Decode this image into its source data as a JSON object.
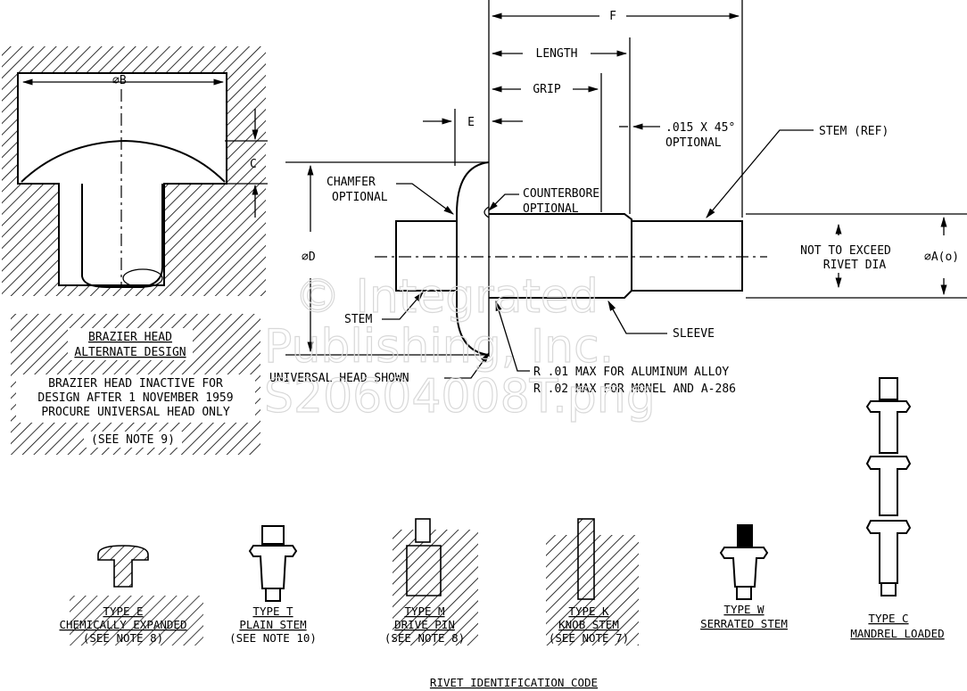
{
  "dimensions": {
    "f": "F",
    "length": "LENGTH",
    "grip": "GRIP",
    "e": "E",
    "chamfer_spec_line1": ".015 X 45°",
    "chamfer_spec_line2": "OPTIONAL",
    "dia_b": "⌀B",
    "c": "C",
    "dia_d": "⌀D",
    "dia_a": "⌀A(o)"
  },
  "callouts": {
    "stem_ref": "STEM (REF)",
    "chamfer_line1": "CHAMFER",
    "chamfer_line2": "OPTIONAL",
    "counterbore_line1": "COUNTERBORE",
    "counterbore_line2": "OPTIONAL",
    "not_exceed_line1": "NOT TO EXCEED",
    "not_exceed_line2": "RIVET DIA",
    "stem": "STEM",
    "sleeve": "SLEEVE",
    "universal_head": "UNIVERSAL HEAD SHOWN",
    "radius_line1": "R .01 MAX FOR ALUMINUM ALLOY",
    "radius_line2": "R .02 MAX FOR MONEL AND A-286"
  },
  "brazier_note": {
    "title_line1": "BRAZIER HEAD",
    "title_line2": "ALTERNATE DESIGN",
    "body_line1": "BRAZIER HEAD INACTIVE FOR",
    "body_line2": "DESIGN AFTER 1 NOVEMBER 1959",
    "body_line3": "PROCURE UNIVERSAL HEAD ONLY",
    "see_note": "(SEE NOTE 9)"
  },
  "types": [
    {
      "line1": "TYPE E",
      "line2": "CHEMICALLY EXPANDED",
      "line3": "(SEE NOTE 8)"
    },
    {
      "line1": "TYPE T",
      "line2": "PLAIN STEM",
      "line3": "(SEE NOTE 10)"
    },
    {
      "line1": "TYPE M",
      "line2": "DRIVE PIN",
      "line3": "(SEE NOTE 8)"
    },
    {
      "line1": "TYPE K",
      "line2": "KNOB STEM",
      "line3": "(SEE NOTE 7)"
    },
    {
      "line1": "TYPE W",
      "line2": "SERRATED STEM",
      "line3": ""
    },
    {
      "line1": "TYPE C",
      "line2": "MANDREL LOADED",
      "line3": ""
    }
  ],
  "caption": "RIVET IDENTIFICATION CODE",
  "watermark": {
    "line1": "© Integrated",
    "line2": "Publishing, Inc.",
    "line3": "S20604008T.png"
  }
}
